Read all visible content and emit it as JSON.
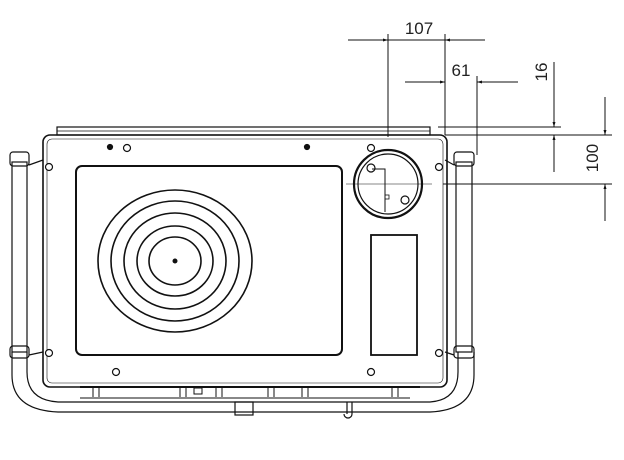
{
  "drawing": {
    "dimensions": {
      "d107": "107",
      "d61": "61",
      "d16": "16",
      "d100": "100"
    },
    "line_color": "#111111"
  }
}
